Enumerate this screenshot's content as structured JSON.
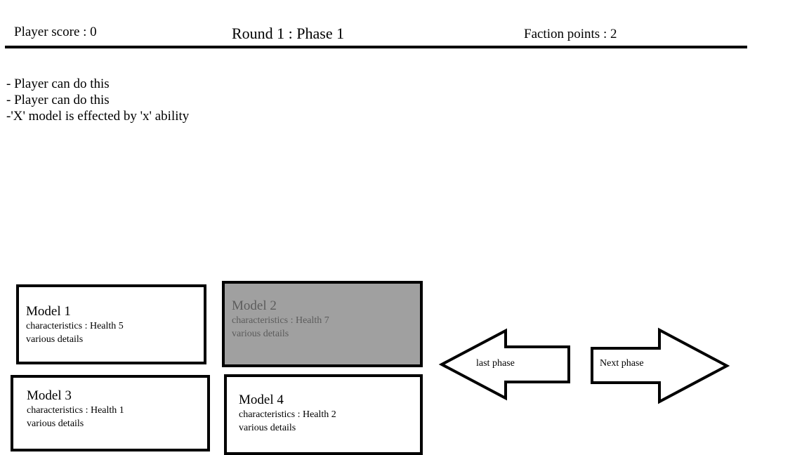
{
  "header": {
    "player_score": "Player score : 0",
    "round_phase": "Round 1 : Phase 1",
    "faction_points": "Faction points : 2"
  },
  "instructions": [
    "- Player can do this",
    "- Player can do this",
    "-'X' model is effected by 'x' ability"
  ],
  "models": [
    {
      "name": "Model 1",
      "characteristics": "characteristics : Health 5",
      "details": "various details"
    },
    {
      "name": "Model 2",
      "characteristics": "characteristics : Health 7",
      "details": "various details",
      "state": "disabled"
    },
    {
      "name": "Model 3",
      "characteristics": "characteristics : Health 1",
      "details": "various details"
    },
    {
      "name": "Model 4",
      "characteristics": "characteristics : Health 2",
      "details": "various details"
    }
  ],
  "navigation": {
    "last_phase": "last phase",
    "next_phase": "Next phase"
  },
  "colors": {
    "disabled_card_bg": "#a0a0a0",
    "disabled_card_text": "#5c5c5c",
    "border": "#000000"
  }
}
